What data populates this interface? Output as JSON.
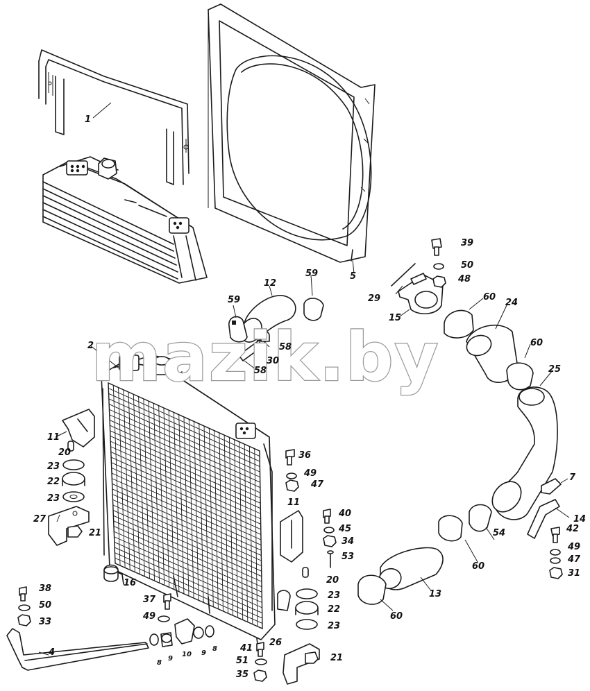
{
  "watermark": "mazik.by",
  "callouts": [
    {
      "id": "1",
      "text": "1"
    },
    {
      "id": "2",
      "text": "2"
    },
    {
      "id": "4",
      "text": "4"
    },
    {
      "id": "5",
      "text": "5"
    },
    {
      "id": "7",
      "text": "7"
    },
    {
      "id": "8a",
      "text": "8"
    },
    {
      "id": "8b",
      "text": "8"
    },
    {
      "id": "9a",
      "text": "9"
    },
    {
      "id": "9b",
      "text": "9"
    },
    {
      "id": "10",
      "text": "10"
    },
    {
      "id": "11a",
      "text": "11"
    },
    {
      "id": "11b",
      "text": "11"
    },
    {
      "id": "12",
      "text": "12"
    },
    {
      "id": "13",
      "text": "13"
    },
    {
      "id": "14",
      "text": "14"
    },
    {
      "id": "15",
      "text": "15"
    },
    {
      "id": "16",
      "text": "16"
    },
    {
      "id": "20a",
      "text": "20"
    },
    {
      "id": "20b",
      "text": "20"
    },
    {
      "id": "21a",
      "text": "21"
    },
    {
      "id": "21b",
      "text": "21"
    },
    {
      "id": "22a",
      "text": "22"
    },
    {
      "id": "22b",
      "text": "22"
    },
    {
      "id": "23a",
      "text": "23"
    },
    {
      "id": "23b",
      "text": "23"
    },
    {
      "id": "23c",
      "text": "23"
    },
    {
      "id": "23d",
      "text": "23"
    },
    {
      "id": "24",
      "text": "24"
    },
    {
      "id": "25",
      "text": "25"
    },
    {
      "id": "26",
      "text": "26"
    },
    {
      "id": "27",
      "text": "27"
    },
    {
      "id": "29",
      "text": "29"
    },
    {
      "id": "30",
      "text": "30"
    },
    {
      "id": "31",
      "text": "31"
    },
    {
      "id": "33",
      "text": "33"
    },
    {
      "id": "34",
      "text": "34"
    },
    {
      "id": "35",
      "text": "35"
    },
    {
      "id": "36",
      "text": "36"
    },
    {
      "id": "37",
      "text": "37"
    },
    {
      "id": "38",
      "text": "38"
    },
    {
      "id": "39",
      "text": "39"
    },
    {
      "id": "40",
      "text": "40"
    },
    {
      "id": "41",
      "text": "41"
    },
    {
      "id": "42",
      "text": "42"
    },
    {
      "id": "45",
      "text": "45"
    },
    {
      "id": "47a",
      "text": "47"
    },
    {
      "id": "47b",
      "text": "47"
    },
    {
      "id": "48",
      "text": "48"
    },
    {
      "id": "49a",
      "text": "49"
    },
    {
      "id": "49b",
      "text": "49"
    },
    {
      "id": "49c",
      "text": "49"
    },
    {
      "id": "50a",
      "text": "50"
    },
    {
      "id": "50b",
      "text": "50"
    },
    {
      "id": "51",
      "text": "51"
    },
    {
      "id": "53",
      "text": "53"
    },
    {
      "id": "54",
      "text": "54"
    },
    {
      "id": "58a",
      "text": "58"
    },
    {
      "id": "58b",
      "text": "58"
    },
    {
      "id": "59a",
      "text": "59"
    },
    {
      "id": "59b",
      "text": "59"
    },
    {
      "id": "60a",
      "text": "60"
    },
    {
      "id": "60b",
      "text": "60"
    },
    {
      "id": "60c",
      "text": "60"
    },
    {
      "id": "60d",
      "text": "60"
    }
  ]
}
